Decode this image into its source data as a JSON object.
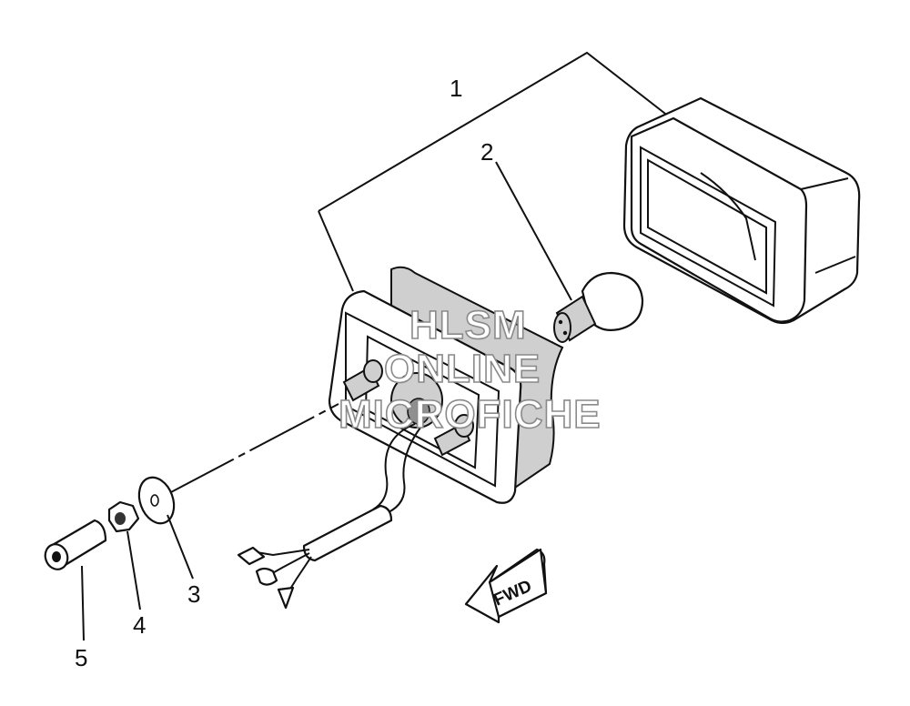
{
  "callouts": {
    "c1": "1",
    "c2": "2",
    "c3": "3",
    "c4": "4",
    "c5": "5"
  },
  "arrow_label": "FWD",
  "watermark": {
    "line1": "HLSM",
    "line2": "ONLINE",
    "line3": "MICROFICHE"
  }
}
